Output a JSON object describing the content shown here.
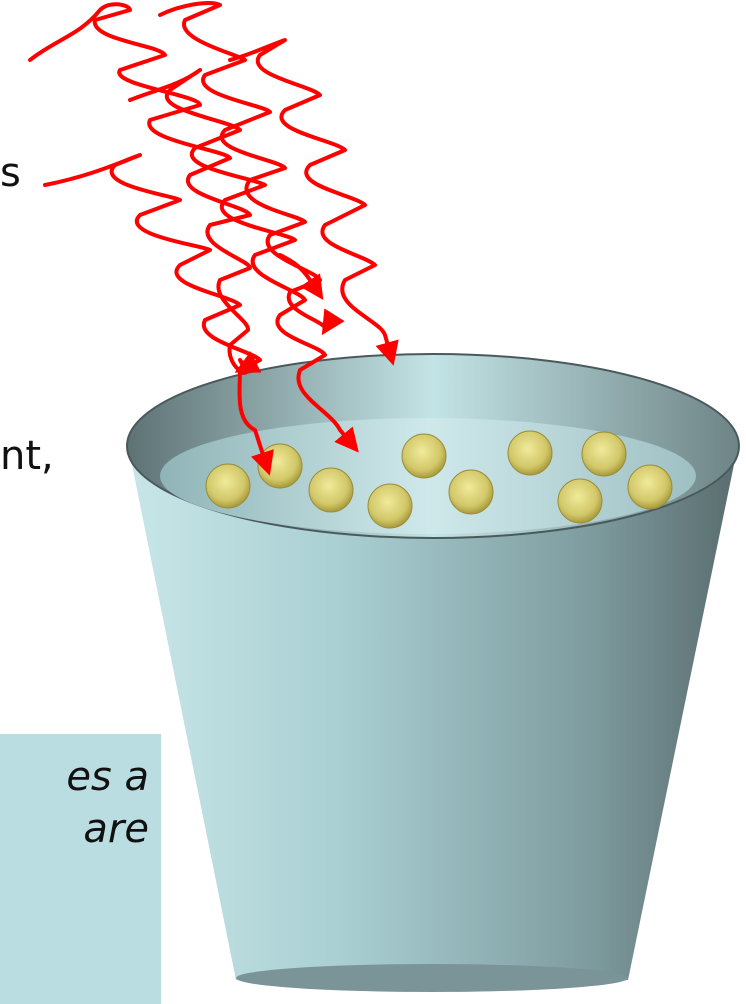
{
  "text_fragments": {
    "line_1": "s",
    "line_2": "nt,"
  },
  "callout": {
    "line_1": "es a",
    "line_2": "are"
  },
  "colors": {
    "bucket_light": "#c3e4e6",
    "bucket_dark": "#5a6c6e",
    "water": "#b8dde0",
    "ball": "#d8d070",
    "arrow": "#ff0000",
    "callout_bg": "#b9dde0"
  },
  "icons": {
    "bucket": "bucket-icon",
    "wavy_arrow": "wavy-arrow-icon",
    "ball": "ball-icon"
  }
}
